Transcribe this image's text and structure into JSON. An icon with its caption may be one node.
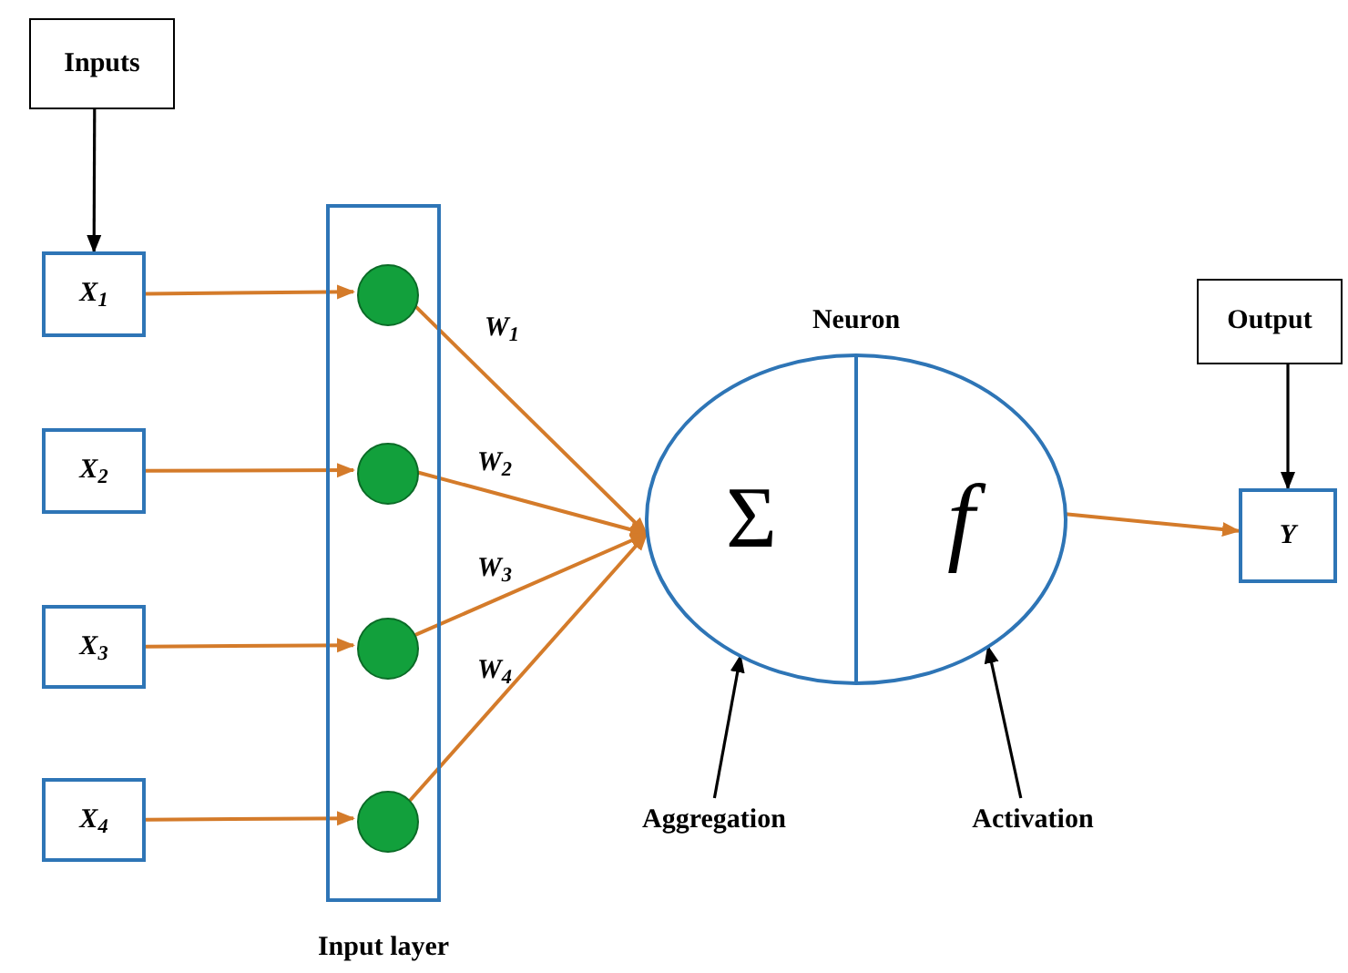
{
  "diagram": {
    "nodes": [
      {
        "text": [
          "Inputs"
        ]
      },
      {
        "text": [
          "X$_{1}$"
        ]
      },
      {
        "text": [
          "X$_{2}$"
        ]
      },
      {
        "text": [
          "X$_{3}$"
        ]
      },
      {
        "text": [
          "X$_{4}$"
        ]
      },
      {
        "text": [],
        "shape": "box",
        "beside": [
          "Input layer"
        ]
      },
      {
        "text": [],
        "shape": "circle",
        "in": 5
      },
      {
        "text": [],
        "shape": "circle",
        "in": 5
      },
      {
        "text": [],
        "shape": "circle",
        "in": 5
      },
      {
        "text": [],
        "shape": "circle",
        "in": 5
      },
      {
        "text": [
          "Neuron"
        ]
      },
      {
        "text": [
          "Σ"
        ],
        "in": 10
      },
      {
        "text": [
          "f"
        ],
        "in": 10
      },
      {
        "text": [
          "Output"
        ]
      },
      {
        "text": [
          "Y"
        ]
      },
      {
        "text": [
          "Aggregation"
        ]
      },
      {
        "text": [
          "Activation"
        ]
      }
    ],
    "edges": [
      {
        "from": 0,
        "to": 1,
        "arrow": "to",
        "color": "#000000"
      },
      {
        "from": 1,
        "to": 6,
        "arrow": "to"
      },
      {
        "from": 2,
        "to": 7,
        "arrow": "to"
      },
      {
        "from": 3,
        "to": 8,
        "arrow": "to"
      },
      {
        "from": 4,
        "to": 9,
        "arrow": "to"
      },
      {
        "from": 6,
        "to": 10,
        "arrow": "to",
        "label": "W$_{1}$"
      },
      {
        "from": 7,
        "to": 10,
        "arrow": "to",
        "label": "W$_{2}$"
      },
      {
        "from": 8,
        "to": 10,
        "arrow": "to",
        "label": "W$_{3}$"
      },
      {
        "from": 9,
        "to": 10,
        "arrow": "to",
        "label": "W$_{4}$"
      },
      {
        "from": 10,
        "to": 14,
        "arrow": "to"
      },
      {
        "from": 13,
        "to": 14,
        "arrow": "to",
        "color": "#000000"
      },
      {
        "from": 15,
        "to": 11,
        "arrow": "to",
        "color": "#000000"
      },
      {
        "from": 16,
        "to": 12,
        "arrow": "to",
        "color": "#000000"
      }
    ]
  }
}
